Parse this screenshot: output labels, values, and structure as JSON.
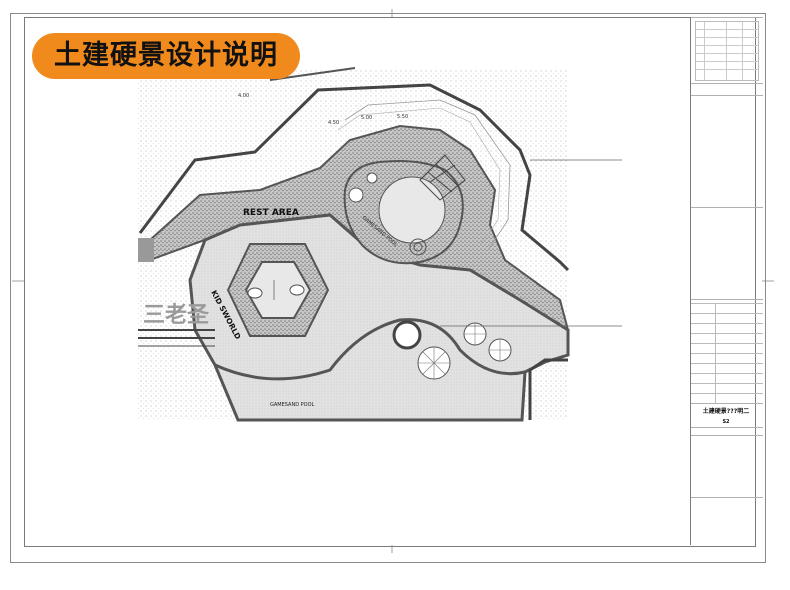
{
  "title_badge": {
    "text": "土建硬景设计说明",
    "color": "#f08a1c"
  },
  "plan": {
    "labels": {
      "rest_area": "REST AREA",
      "kids_world": "KID SWORLD",
      "gamesand_pool_upper": "GAMESAND POOL",
      "gamesand_pool_lower": "GAMESAND POOL",
      "dim_400": "4.00",
      "dim_450": "4.50",
      "dim_500": "5.00",
      "dim_550": "5.50"
    }
  },
  "title_block": {
    "drawing_name": "土建硬景???明二",
    "sheet_no": "S2"
  }
}
